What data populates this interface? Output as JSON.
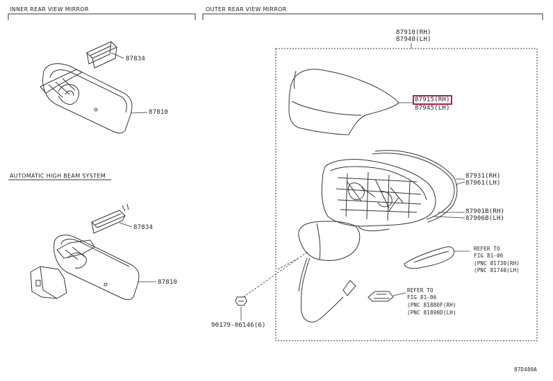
{
  "sections": {
    "inner": "INNER REAR VIEW MIRROR",
    "outer": "OUTER REAR VIEW MIRROR",
    "auto_beam": "AUTOMATIC HIGH BEAM SYSTEM"
  },
  "inner_parts": {
    "clip_top": "87834",
    "mirror_top": "87810",
    "clip_bottom": "87834",
    "mirror_bottom": "87810"
  },
  "outer_parts": {
    "assy_rh": "87910(RH)",
    "assy_lh": "87940(LH)",
    "cover_rh": "87915(RH)",
    "cover_lh": "87945(LH)",
    "glass_rh": "87931(RH)",
    "glass_lh": "87961(LH)",
    "body_rh": "87901B(RH)",
    "body_lh": "87906B(LH)",
    "screw": "90179-06146(6)"
  },
  "refs": {
    "ref1_line1": "REFER TO",
    "ref1_line2": "FIG 81-06",
    "ref1_line3": "(PNC 81730(RH)",
    "ref1_line4": "(PNC 81740(LH)",
    "ref2_line1": "REFER TO",
    "ref2_line2": "FIG 81-06",
    "ref2_line3": "(PNC 81880F(RH)",
    "ref2_line4": "(PNC 81890D(LH)"
  },
  "diagram_code": "87D480A",
  "highlight_color": "#c0185a"
}
